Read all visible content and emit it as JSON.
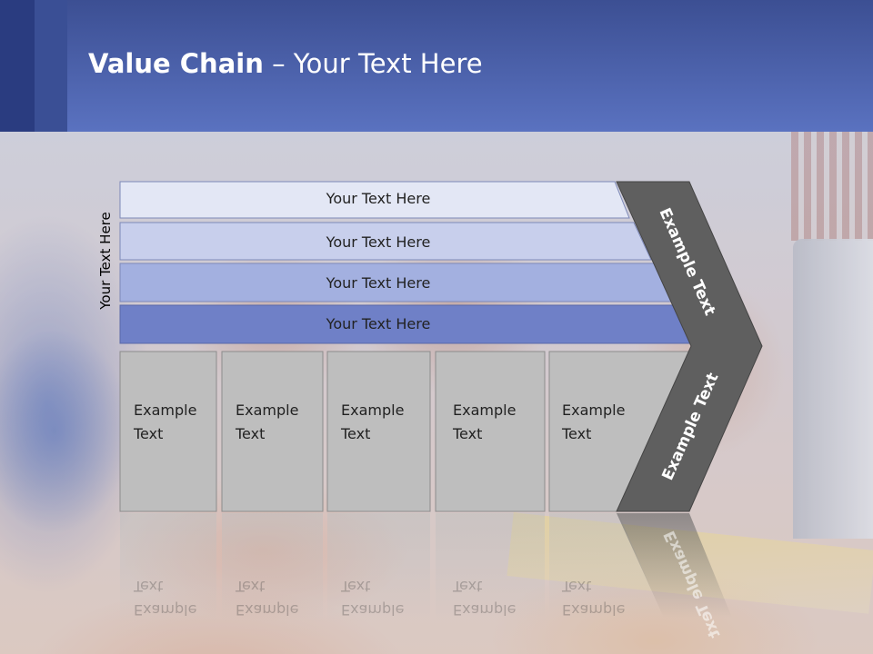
{
  "slide": {
    "title_bold": "Value Chain",
    "title_rest": " – Your Text Here"
  },
  "diagram": {
    "vertical_label": "Your Text Here",
    "bands": [
      {
        "label": "Your Text Here",
        "color": "#e3e7f5"
      },
      {
        "label": "Your Text Here",
        "color": "#c8cfec"
      },
      {
        "label": "Your Text Here",
        "color": "#a3b0e0"
      },
      {
        "label": "Your Text Here",
        "color": "#6f80c7"
      }
    ],
    "boxes": [
      {
        "line1": "Example",
        "line2": "Text"
      },
      {
        "line1": "Example",
        "line2": "Text"
      },
      {
        "line1": "Example",
        "line2": "Text"
      },
      {
        "line1": "Example",
        "line2": "Text"
      },
      {
        "line1": "Example",
        "line2": "Text"
      }
    ],
    "chevron_top": "Example Text",
    "chevron_bottom": "Example Text",
    "box_color": "#bebebe",
    "chevron_color": "#5f5f5f"
  }
}
